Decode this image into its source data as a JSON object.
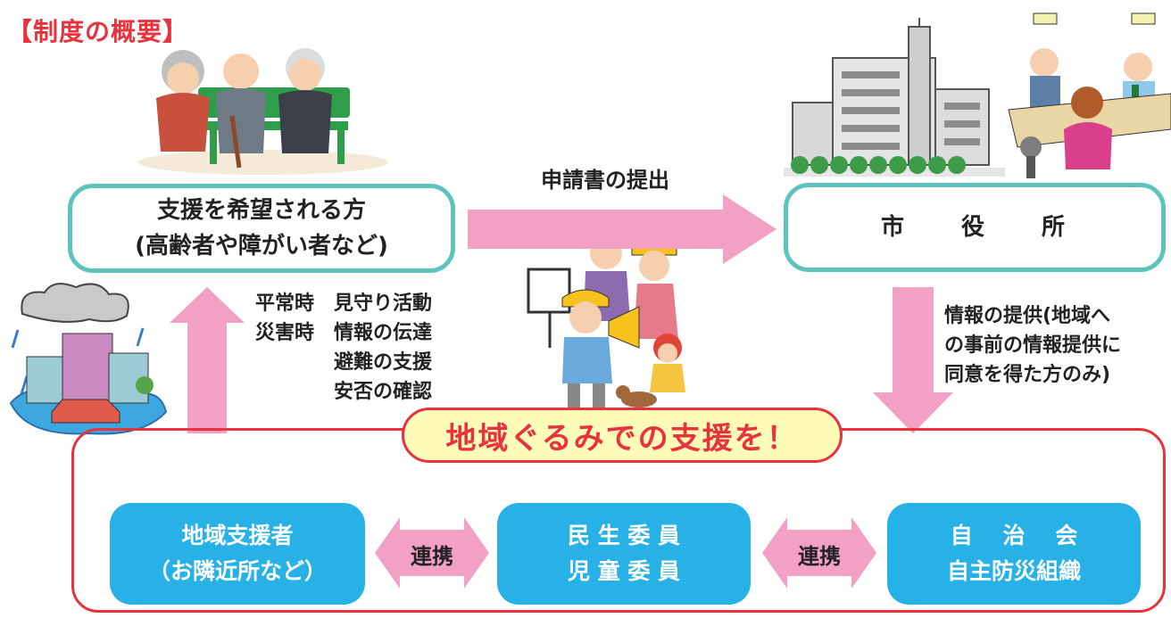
{
  "title": "【制度の概要】",
  "applicant_box": {
    "line1": "支援を希望される方",
    "line2": "(高齢者や障がい者など)"
  },
  "city_hall_box": {
    "label": "市　　役　　所"
  },
  "submit_arrow_label": "申請書の提出",
  "activities": {
    "normal_times": "平常時　見守り活動",
    "disaster_times": "災害時　情報の伝達",
    "evacuation": "　　　　避難の支援",
    "safety_check": "　　　　安否の確認"
  },
  "info_provision": {
    "line1": "情報の提供(地域へ",
    "line2": "の事前の情報提供に",
    "line3": "同意を得た方のみ)"
  },
  "slogan": "地域ぐるみでの支援を！",
  "community_boxes": [
    {
      "line1": "地域支援者",
      "line2": "（お隣近所など）"
    },
    {
      "line1": "民 生 委 員",
      "line2": "児 童 委 員"
    },
    {
      "line1": "自　 治　 会",
      "line2": "自主防災組織"
    }
  ],
  "link_labels": [
    "連携",
    "連携"
  ],
  "colors": {
    "title_red": "#e8323c",
    "teal_border": "#5cc4bd",
    "pink_arrow": "#f2a0c4",
    "community_blue": "#27b1e6",
    "slogan_fill": "#fffbb8"
  },
  "illustrations": [
    "elderly-people-on-bench",
    "city-hall-building",
    "reception-counter-staff",
    "flood-disaster-scene",
    "neighborhood-volunteers-with-megaphone"
  ]
}
